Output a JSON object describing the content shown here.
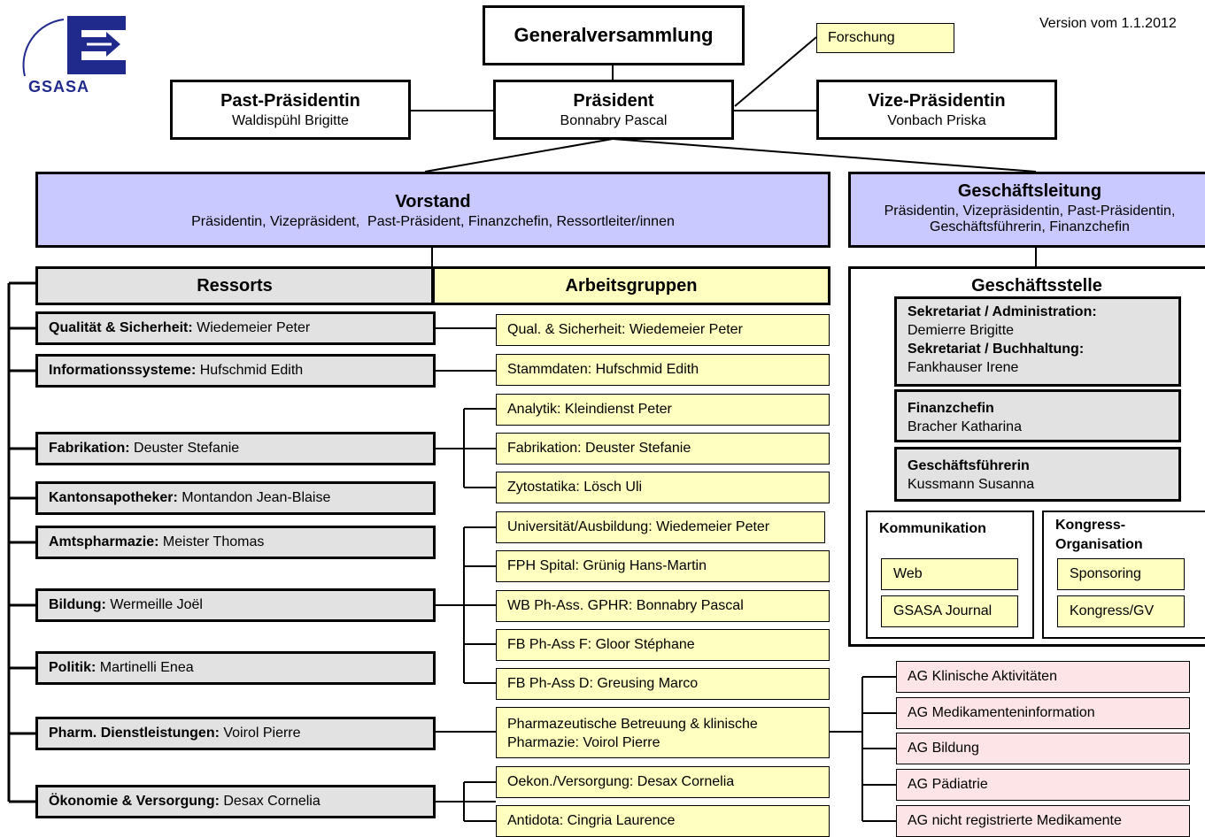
{
  "logo": {
    "text": "GSASA"
  },
  "version": "Version vom 1.1.2012",
  "general": "Generalversammlung",
  "forschung": "Forschung",
  "praesident": {
    "title": "Präsident",
    "name": "Bonnabry Pascal"
  },
  "past": {
    "title": "Past-Präsidentin",
    "name": "Waldispühl Brigitte"
  },
  "vize": {
    "title": "Vize-Präsidentin",
    "name": "Vonbach Priska"
  },
  "vorstand": {
    "title": "Vorstand",
    "members": "Präsidentin, Vizepräsident,  Past-Präsident, Finanzchefin, Ressortleiter/innen"
  },
  "gl": {
    "title": "Geschäftsleitung",
    "line1": "Präsidentin, Vizepräsidentin, Past-Präsidentin,",
    "line2": "Geschäftsführerin, Finanzchefin"
  },
  "ressorts_header": "Ressorts",
  "ag_header": "Arbeitsgruppen",
  "ressorts": [
    {
      "role": "Qualität & Sicherheit:",
      "name": " Wiedemeier Peter"
    },
    {
      "role": "Informationssysteme:",
      "name": " Hufschmid Edith"
    },
    {
      "role": "Fabrikation:",
      "name": " Deuster Stefanie"
    },
    {
      "role": "Kantonsapotheker:",
      "name": " Montandon Jean-Blaise"
    },
    {
      "role": "Amtspharmazie:",
      "name": " Meister Thomas"
    },
    {
      "role": "Bildung:",
      "name": " Wermeille Joël"
    },
    {
      "role": "Politik:",
      "name": " Martinelli Enea"
    },
    {
      "role": "Pharm. Dienstleistungen:",
      "name": " Voirol Pierre"
    },
    {
      "role": "Ökonomie & Versorgung:",
      "name": " Desax Cornelia"
    }
  ],
  "arbeitsgruppen": [
    "Qual. & Sicherheit: Wiedemeier Peter",
    "Stammdaten: Hufschmid Edith",
    "Analytik: Kleindienst Peter",
    "Fabrikation: Deuster Stefanie",
    "Zytostatika: Lösch Uli",
    "Universität/Ausbildung: Wiedemeier Peter",
    "FPH Spital: Grünig Hans-Martin",
    "WB Ph-Ass. GPHR: Bonnabry Pascal",
    "FB Ph-Ass F: Gloor Stéphane",
    "FB Ph-Ass D: Greusing Marco",
    "Pharmazeutische Betreuung & klinische",
    "Pharmazie: Voirol Pierre",
    "Oekon./Versorgung: Desax Cornelia",
    "Antidota: Cingria Laurence"
  ],
  "geschaeftsstelle": {
    "title": "Geschäftsstelle",
    "sek1_role": "Sekretariat / Administration:",
    "sek1_name": "Demierre Brigitte",
    "sek2_role": "Sekretariat / Buchhaltung:",
    "sek2_name": "Fankhauser Irene",
    "fin_role": "Finanzchefin",
    "fin_name": "Bracher Katharina",
    "gf_role": "Geschäftsführerin",
    "gf_name": "Kussmann Susanna",
    "komm_title": "Kommunikation",
    "komm_items": [
      "Web",
      "GSASA Journal"
    ],
    "kong_title1": "Kongress-",
    "kong_title2": "Organisation",
    "kong_items": [
      "Sponsoring",
      "Kongress/GV"
    ]
  },
  "ag_klinisch": [
    "AG Klinische Aktivitäten",
    "AG Medikamenteninformation",
    "AG Bildung",
    "AG Pädiatrie",
    "AG nicht registrierte Medikamente"
  ],
  "colors": {
    "lavender": "#c9c9ff",
    "yellow": "#ffffc0",
    "pink": "#fde4e6",
    "gray": "#e2e2e2",
    "logo_blue": "#1f2a8c"
  }
}
